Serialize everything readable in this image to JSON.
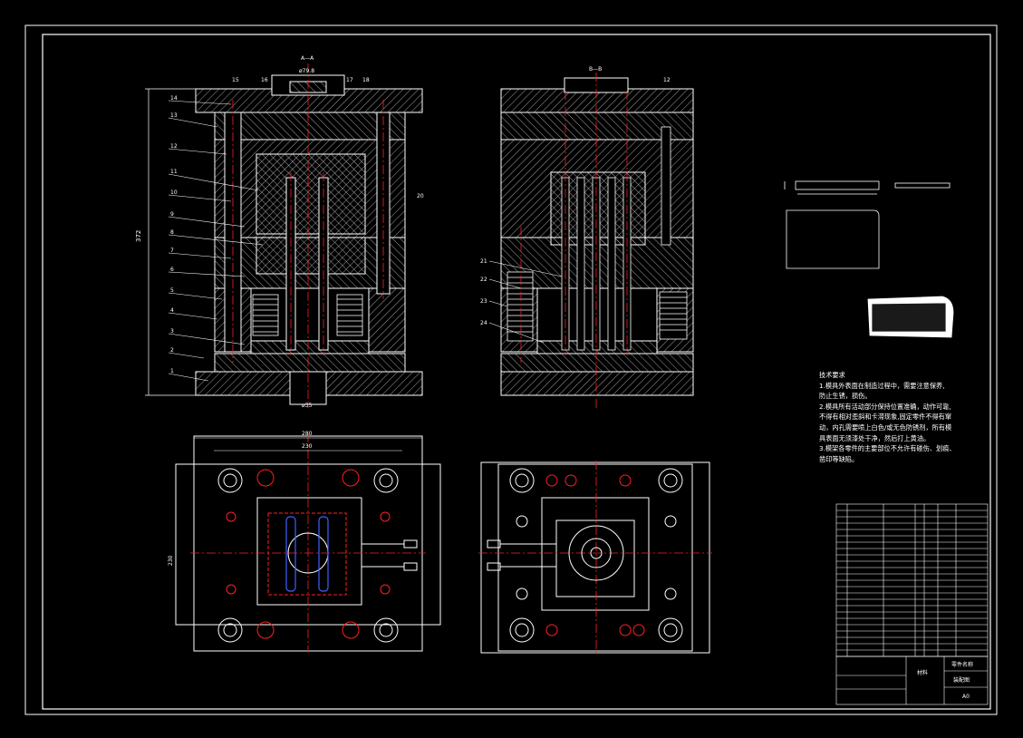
{
  "drawing": {
    "section_aa_label": "A—A",
    "section_bb_label": "B—B",
    "dim_top_diameter": "ø79.8",
    "dim_height": "372",
    "dim_bottom_diameter": "ø35",
    "dim_width_outer": "280",
    "dim_width_inner": "230",
    "dim_side": "230",
    "callouts_left": [
      "14",
      "13",
      "12",
      "11",
      "10",
      "9",
      "8",
      "7",
      "6",
      "5",
      "4",
      "3",
      "2",
      "1"
    ],
    "callouts_top": [
      "15",
      "16",
      "17",
      "18"
    ],
    "callout_right_aa": "20",
    "callout_bb_top": "12",
    "callouts_bb_left": [
      "21",
      "22",
      "23",
      "24"
    ]
  },
  "notes": {
    "title": "技术要求",
    "lines": [
      "1.模具外表面在制造过程中，需要注意保养,",
      "防止生锈，损伤。",
      "2.模具所有活动部分保持位置准确，动作可靠,",
      "不得有相对歪斜和卡滞现象,固定零件不得有窜",
      "动，内孔需要喷上白色/或无色防锈剂，所有模",
      "具表面无须漆处干净，然后打上黄油。",
      "3.模架各零件的主要部位不允许有碰伤、划痕、",
      "凿印等缺陷。"
    ]
  },
  "title_block": {
    "material": "材料",
    "part_name": "零件名称",
    "drawing_name": "装配图",
    "sheet": "A0"
  },
  "colors": {
    "background": "#000000",
    "line": "#ffffff",
    "center": "#ff2020",
    "accent_blue": "#4060ff"
  }
}
